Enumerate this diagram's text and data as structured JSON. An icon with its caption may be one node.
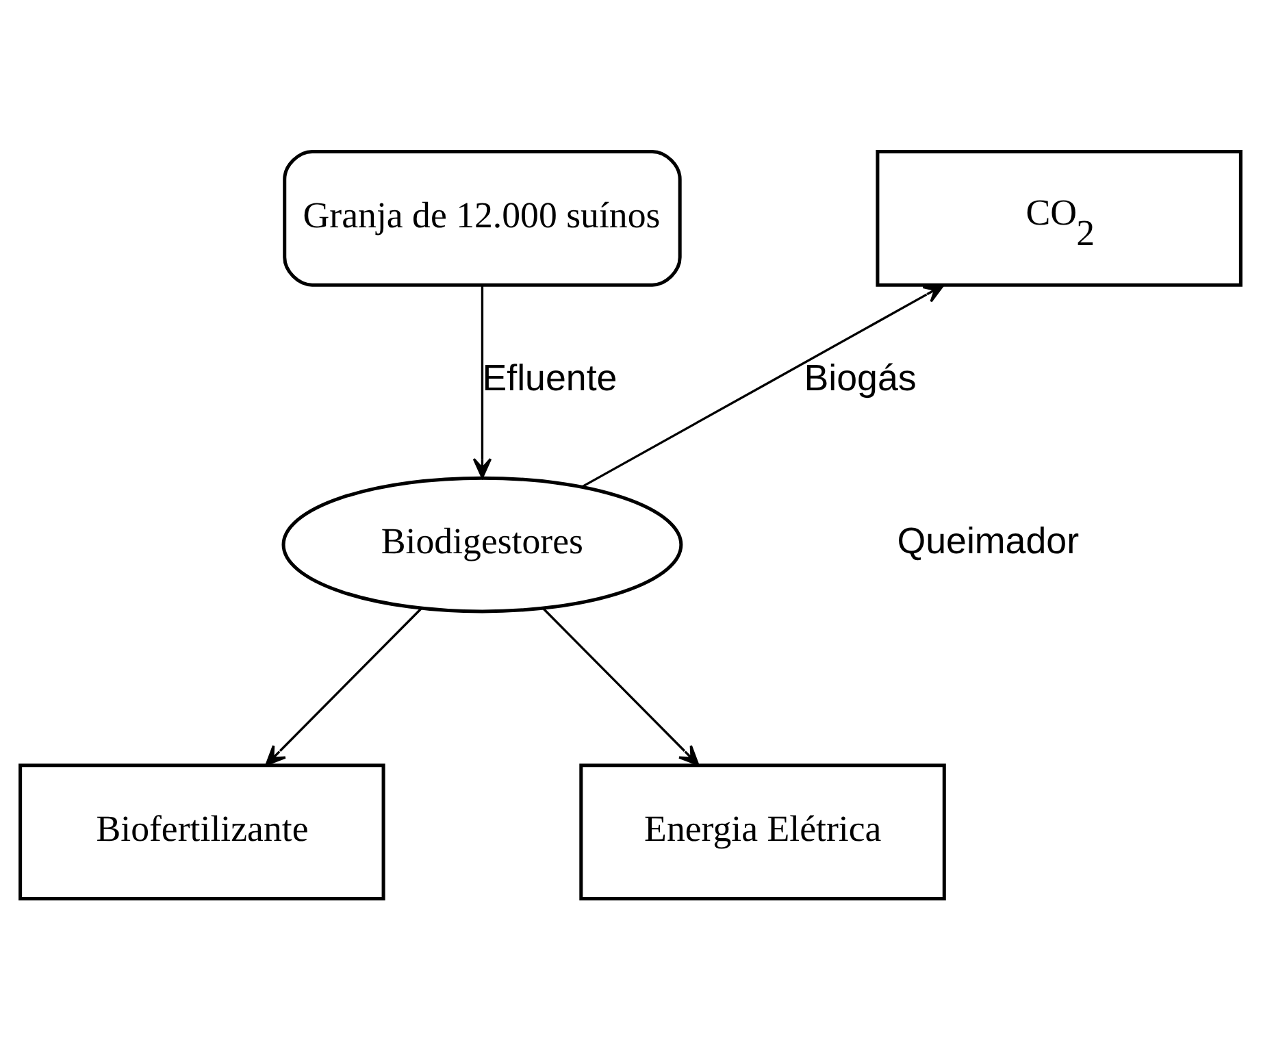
{
  "diagram": {
    "nodes": [
      {
        "text": [
          "Granja de 12.000 suínos"
        ]
      },
      {
        "text": [
          "Biodigestores"
        ]
      },
      {
        "text": [
          "CO$_{2}$"
        ]
      },
      {
        "text": [
          "Biofertilizante"
        ]
      },
      {
        "text": [
          "Energia Elétrica"
        ]
      }
    ],
    "edges": [
      {
        "from": 0,
        "to": 1,
        "arrow": "to",
        "label": "Efluente"
      },
      {
        "from": 1,
        "to": 2,
        "arrow": "to",
        "label": "Biogás"
      },
      {
        "from": 1,
        "to": 4,
        "arrow": "to"
      },
      {
        "from": 1,
        "to": 3,
        "arrow": "to"
      }
    ],
    "labels": [
      "Queimador"
    ]
  }
}
